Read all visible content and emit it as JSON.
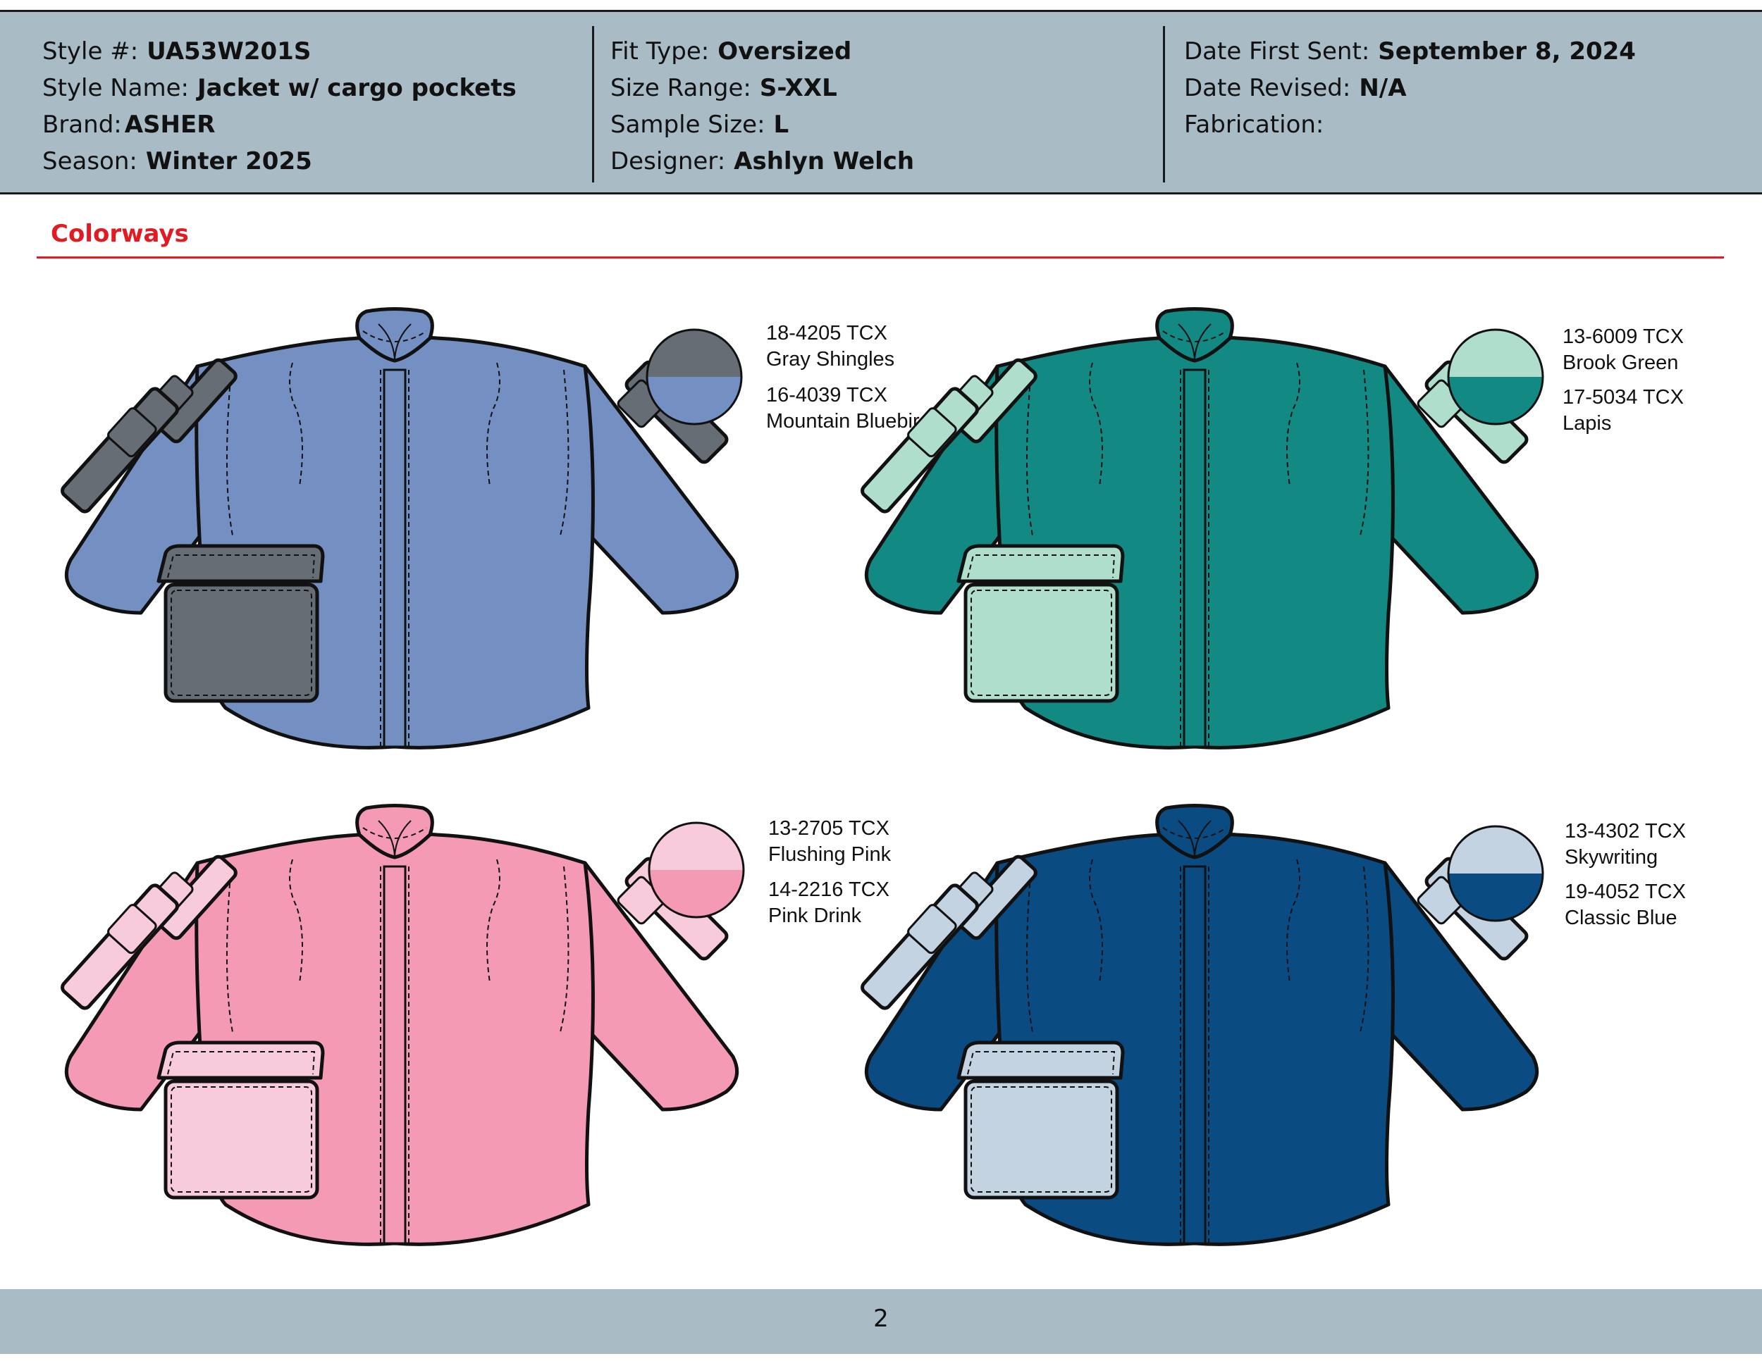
{
  "header": {
    "style_no_label": "Style #:",
    "style_no": "UA53W201S",
    "style_name_label": "Style Name:",
    "style_name": "Jacket w/ cargo pockets",
    "brand_label": "Brand:",
    "brand": "ASHER",
    "season_label": "Season:",
    "season": "Winter 2025",
    "fit_type_label": "Fit Type:",
    "fit_type": "Oversized",
    "size_range_label": "Size Range:",
    "size_range": "S-XXL",
    "sample_size_label": "Sample Size:",
    "sample_size": "L",
    "designer_label": "Designer:",
    "designer": "Ashlyn Welch",
    "date_first_sent_label": "Date First Sent:",
    "date_first_sent": "September 8, 2024",
    "date_revised_label": "Date Revised:",
    "date_revised": "N/A",
    "fabrication_label": "Fabrication:",
    "fabrication": ""
  },
  "section": {
    "title": "Colorways"
  },
  "colorways": [
    {
      "body_color": "#7490c3",
      "accent_color": "#666d74",
      "accent_code": "18-4205 TCX",
      "accent_name": "Gray Shingles",
      "body_code": "16-4039 TCX",
      "body_name": "Mountain Bluebird"
    },
    {
      "body_color": "#128983",
      "accent_color": "#afdecd",
      "accent_code": "13-6009 TCX",
      "accent_name": "Brook Green",
      "body_code": "17-5034 TCX",
      "body_name": "Lapis"
    },
    {
      "body_color": "#f49ab5",
      "accent_color": "#f8cbdc",
      "accent_code": "13-2705 TCX",
      "accent_name": "Flushing Pink",
      "body_code": "14-2216 TCX",
      "body_name": "Pink Drink"
    },
    {
      "body_color": "#0a4b82",
      "accent_color": "#c4d3e1",
      "accent_code": "13-4302 TCX",
      "accent_name": "Skywriting",
      "body_code": "19-4052 TCX",
      "body_name": "Classic Blue"
    }
  ],
  "footer": {
    "page_number": "2"
  }
}
